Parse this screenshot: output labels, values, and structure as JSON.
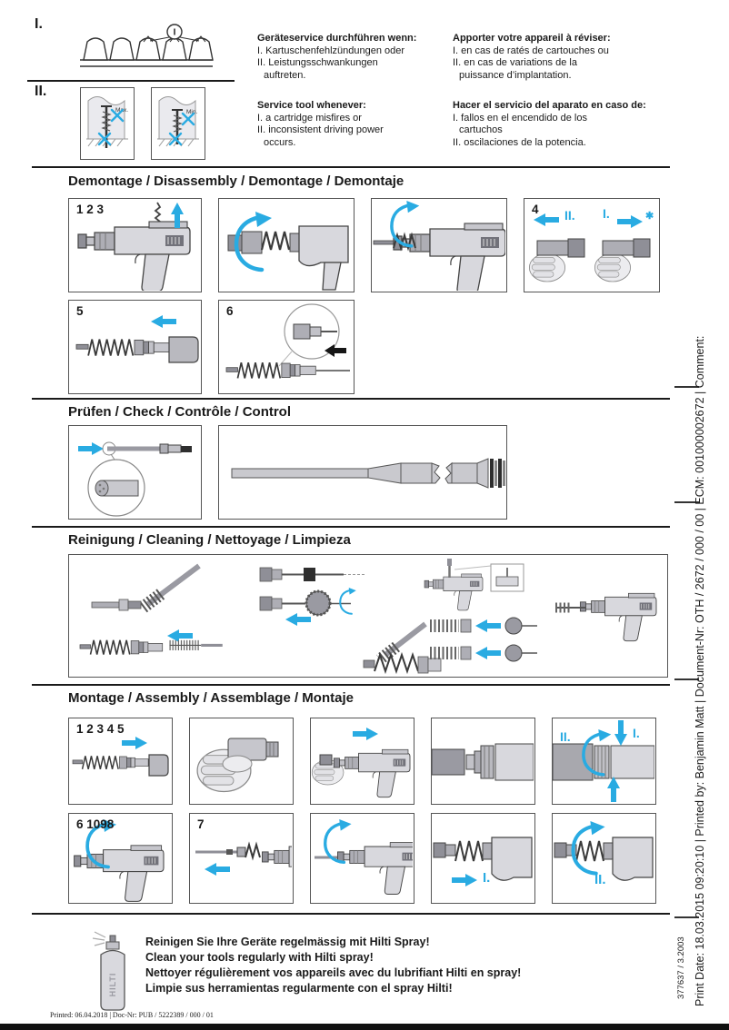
{
  "page": {
    "footer_left": "Printed: 06.04.2018 | Doc-Nr: PUB / 5222389 / 000 / 01",
    "print_info_vertical": "Print Date: 18.03.2015 09:20:10 | Printed by: Benjamin Matt | Document-Nr: OTH / 2672 / 000 / 00 | ECM: 001000002672 | Comment:",
    "part_number_vertical": "377637 / 3.2003",
    "accent_color": "#29ABE2"
  },
  "intro": {
    "label1": "I.",
    "label2": "II.",
    "callout": "I",
    "max": "Max.",
    "min": "Min.",
    "de": {
      "title": "Geräteservice durchführen wenn:",
      "l1": "I.  Kartuschenfehlzündungen oder",
      "l2": "II.  Leistungsschwankungen",
      "l3": "auftreten."
    },
    "en": {
      "title": "Service tool whenever:",
      "l1": "I.  a cartridge misfires or",
      "l2": "II.  inconsistent driving power",
      "l3": "occurs."
    },
    "fr": {
      "title": "Apporter votre appareil à réviser:",
      "l1": "I.  en cas de ratés de cartouches ou",
      "l2": "II.  en cas de variations de la",
      "l3": "puissance d’implantation."
    },
    "es": {
      "title": "Hacer el servicio del aparato en caso de:",
      "l1": "I.  fallos en el encendido de los",
      "l2": "cartuchos",
      "l3": "II.  oscilaciones de la potencia."
    }
  },
  "demontage": {
    "title": "Demontage / Disassembly / Demontage / Demontaje",
    "step123": "1 2 3",
    "step4": "4",
    "step5": "5",
    "step6": "6",
    "p4_left": "II.",
    "p4_right": "I.",
    "p4_star": "✱"
  },
  "pruefen": {
    "title": "Prüfen / Check / Contrôle / Control"
  },
  "reinigung": {
    "title": "Reinigung / Cleaning / Nettoyage / Limpieza"
  },
  "montage": {
    "title": "Montage / Assembly / Assemblage / Montaje",
    "step12345": "1 2 3 4 5",
    "step6": "6 1098",
    "step7": "7",
    "r1p5_rotate": "II.",
    "r1p5_press": "I.",
    "r2p4_insert": "I.",
    "r2p5_rotate": "II."
  },
  "note": {
    "l1": "Reinigen Sie Ihre Geräte regelmässig mit Hilti Spray!",
    "l2": "Clean your tools regularly with Hilti spray!",
    "l3": "Nettoyer régulièrement vos appareils avec du lubrifiant Hilti en spray!",
    "l4": "Limpie sus herramientas regularmente con el spray Hilti!",
    "brand": "HILTI"
  }
}
